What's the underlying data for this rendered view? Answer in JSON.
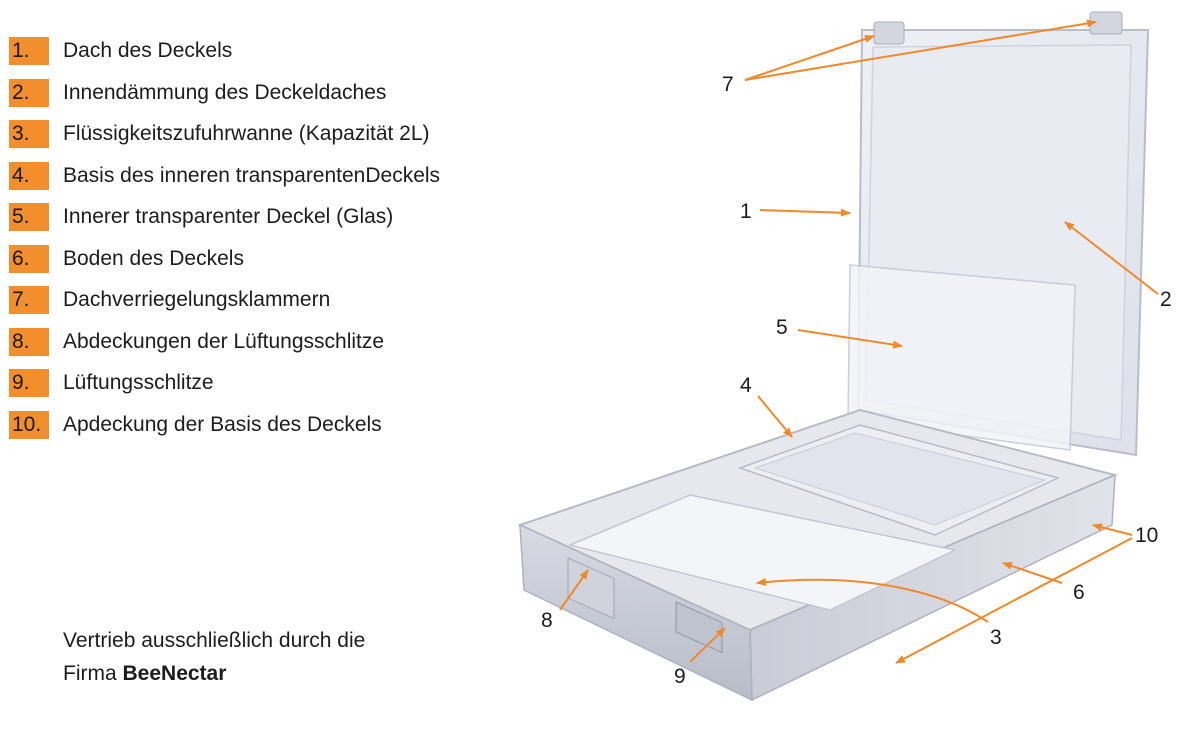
{
  "legend": [
    {
      "num": "1.",
      "text": "Dach des Deckels"
    },
    {
      "num": "2.",
      "text": "Innendämmung des Deckeldaches"
    },
    {
      "num": "3.",
      "text": "Flüssigkeitszufuhrwanne (Kapazität 2L)"
    },
    {
      "num": "4.",
      "text": "Basis des inneren transparentenDeckels"
    },
    {
      "num": "5.",
      "text": "Innerer transparenter Deckel (Glas)"
    },
    {
      "num": "6.",
      "text": "Boden des Deckels"
    },
    {
      "num": "7.",
      "text": "Dachverriegelungsklammern"
    },
    {
      "num": "8.",
      "text": "Abdeckungen der Lüftungsschlitze"
    },
    {
      "num": "9.",
      "text": "Lüftungsschlitze"
    },
    {
      "num": "10.",
      "text": "Apdeckung der Basis des Deckels"
    }
  ],
  "note": {
    "line1": "Vertrieb ausschließlich durch die",
    "line2_prefix": "Firma ",
    "line2_brand": "BeeNectar"
  },
  "callouts": {
    "c1": "1",
    "c2": "2",
    "c3": "3",
    "c4": "4",
    "c5": "5",
    "c6": "6",
    "c7": "7",
    "c8": "8",
    "c9": "9",
    "c10": "10"
  },
  "colors": {
    "accent": "#f28e2b",
    "arrow": "#f0892a"
  }
}
